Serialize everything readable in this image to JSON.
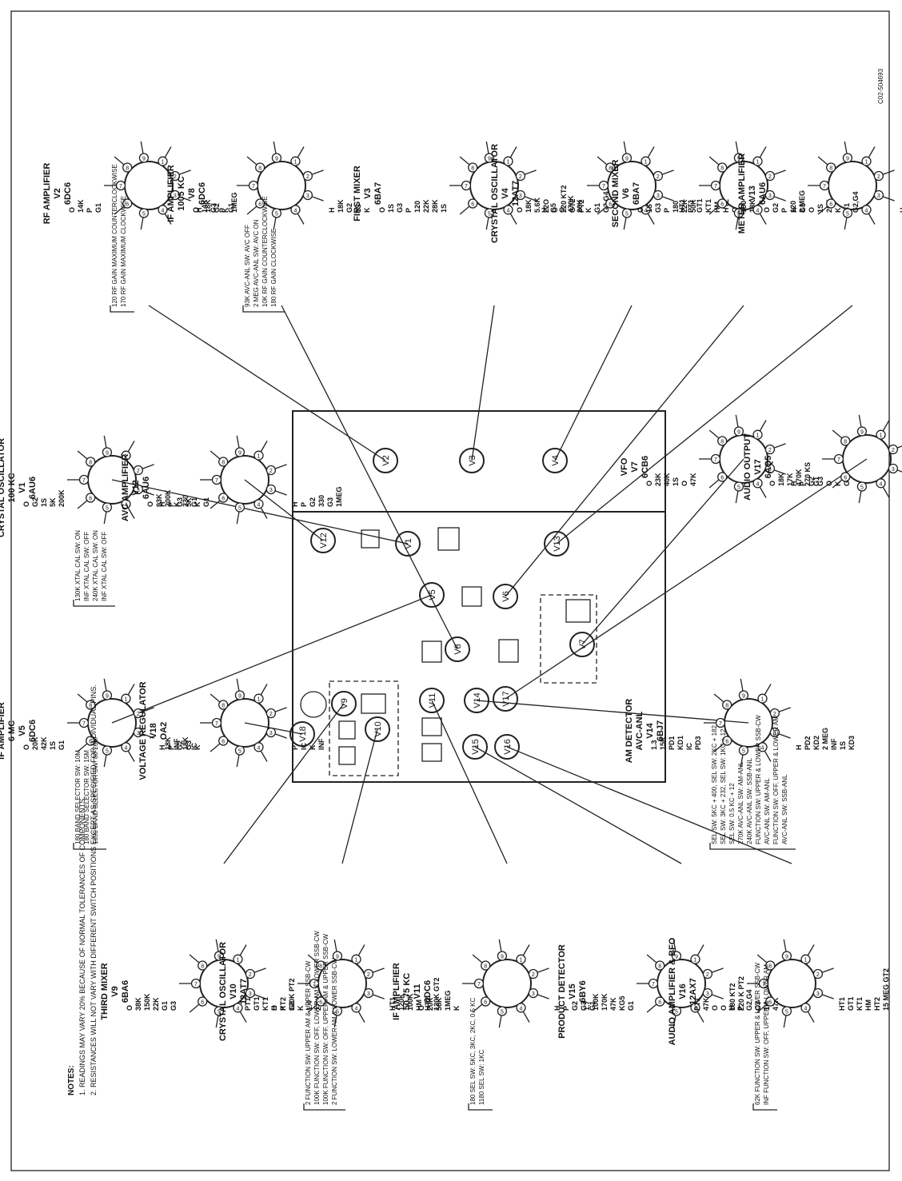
{
  "notes": {
    "heading": "NOTES:",
    "items": [
      "1. READINGS MAY VARY 20% BECAUSE OF NORMAL TOLERANCES OF COMPONENTS.",
      "2. RESISTANCES WILL NOT VARY WITH DIFFERENT SWITCH POSITIONS EXCEPT AS SPECIFIED FOR INDIVIDUAL PINS."
    ]
  },
  "drawing_number": "C02-504693",
  "chassis": {
    "tube_labels": [
      "V1",
      "V2",
      "V3",
      "V4",
      "V5",
      "V6",
      "V7",
      "V8",
      "V9",
      "V10",
      "V11",
      "V12",
      "V13",
      "V14",
      "V15",
      "V16",
      "V17",
      "V18"
    ]
  },
  "stages": [
    {
      "id": "v2",
      "title": "RF AMPLIFIER",
      "ref": "V2",
      "tube": "6DC6",
      "pins": [
        "H",
        "O",
        "18K",
        "14K",
        "G2",
        "P",
        "K",
        "G1",
        "1MEG"
      ],
      "notes": [
        "120 RF GAIN MAXIMUM COUNTERCLOCKWISE",
        "170 RF GAIN MAXIMUM CLOCKWISE"
      ]
    },
    {
      "id": "v8",
      "title": "IF AMPLIFIER",
      "freq": "1005 KC",
      "ref": "V8",
      "tube": "6DC6",
      "pins": [
        "H",
        "O",
        "18K",
        "14K",
        "G2",
        "G3",
        "1S",
        "P",
        "K",
        "G1"
      ],
      "notes": [
        "93K AVC-ANL SW: AVC OFF",
        "2 MEG AVC-ANL SW: AVC ON",
        "10K RF GAIN COUNTERCLOCKWISE",
        "180 RF GAIN CLOCKWISE"
      ]
    },
    {
      "id": "v3",
      "title": "FIRST MIXER",
      "ref": "V3",
      "tube": "6BA7",
      "pins": [
        "H",
        "O",
        "G5",
        "1S",
        "O",
        "G3",
        "470K",
        "P",
        "20K",
        "120",
        "K",
        "22K",
        "G1",
        "28K",
        "G2,G4",
        "1S"
      ]
    },
    {
      "id": "v4",
      "title": "CRYSTAL OSCILLATOR",
      "ref": "V4",
      "tube": "12AT7",
      "pins": [
        "HT1",
        "O",
        "PT1",
        "18K",
        "GT1",
        "5.6K",
        "KT1",
        "22O",
        "HM",
        "O",
        "HT2",
        "220 KT2",
        "O",
        "GT2",
        "180",
        "PT2",
        "18K"
      ]
    },
    {
      "id": "v6",
      "title": "SECOND MIXER",
      "ref": "V6",
      "tube": "6BA7",
      "pins": [
        "H",
        "O",
        "G5",
        "1S",
        "O",
        "G3",
        "1S",
        "P",
        "20K",
        "180",
        "K",
        "22K",
        "G1",
        "50K",
        "G2,G4"
      ]
    },
    {
      "id": "v13",
      "title": "METER AMPLIFIER",
      "ref": "V13",
      "tube": "6AU6",
      "pins": [
        "H",
        "O",
        "18K",
        "G2",
        "39K",
        "P",
        "K",
        "120",
        "G3",
        "2 MEG",
        "G1"
      ]
    },
    {
      "id": "v1",
      "title": "CRYSTAL OSCILLATOR",
      "freq": "100 KC",
      "ref": "V1",
      "tube": "6AU6",
      "pins": [
        "H",
        "O",
        "P",
        "G2",
        "G3",
        "1S",
        "5K",
        "5K",
        "K",
        "200K",
        "G1"
      ],
      "notes": [
        "130K XTAL CAL SW: ON",
        "INF XTAL CAL SW: OFF",
        "240K XTAL CAL SW: ON",
        "INF XTAL CAL SW: OFF"
      ]
    },
    {
      "id": "v12",
      "title": "AVC AMPLIFIER",
      "ref": "V12",
      "tube": "6AU6",
      "pins": [
        "H",
        "O",
        "P",
        "93K",
        "G2",
        "200K",
        "330",
        "K",
        "G3",
        "330",
        "1MEG",
        "G1"
      ]
    },
    {
      "id": "v7",
      "title": "VFO",
      "ref": "V7",
      "tube": "6CB6",
      "pins": [
        "H",
        "O",
        "P",
        "23K",
        "G2",
        "40K",
        "G3",
        "1S",
        "O",
        "O",
        "K",
        "47K",
        "G1"
      ]
    },
    {
      "id": "v17",
      "title": "AUDIO OUTPUT",
      "ref": "V17",
      "tube": "6AQ5",
      "pins": [
        "H",
        "O",
        "P",
        "18K",
        "G2",
        "17K",
        "G1",
        "470K",
        "180",
        "270 KS",
        "470K",
        "G1"
      ]
    },
    {
      "id": "v5",
      "title": "IF AMPLIFIER",
      "freq": "6 MC",
      "ref": "V5",
      "tube": "6DC6",
      "pins": [
        "H",
        "O",
        "P",
        "20K",
        "G2",
        "42K",
        "G3",
        "1S",
        "K",
        "G1"
      ],
      "notes": [
        "180 BAND SELECTOR SW: 10M",
        "180 BAND SELECTOR SW: 15M",
        "1690 BAND SELECTOR SW: 80-20M"
      ]
    },
    {
      "id": "v18",
      "title": "VOLTAGE REGULATOR",
      "ref": "V18",
      "tube": "OA2",
      "pins": [
        "P",
        "18K",
        "IC",
        "INF",
        "K",
        "18K",
        "INF",
        "IC"
      ]
    },
    {
      "id": "v14",
      "title": "AM DETECTOR",
      "sub": "AVC-ANL",
      "ref": "V14",
      "tube": "6BJ7",
      "pins": [
        "H",
        "1.3",
        "PD2",
        "15K",
        "KD2",
        "PD1",
        "2 MEG",
        "KD1",
        "INF",
        "IC",
        "1S",
        "PD3",
        "KD3"
      ],
      "notes": [
        "SEL SW: 5KC + 400, SEL SW: 2KC + 182",
        "SEL SW: 3KC + 232, SEL SW: 1KC + 12",
        "SEL SW: 0.5 KC + 12",
        "270K AVC-ANL SW: AM-ANL",
        "240K AVC-ANL SW: SSB-ANL",
        "FUNCTION SW: UPPER & LOWER SSB-CW",
        "AVC-ANL SW: AM-ANL",
        "FUNCTION SW: OFF, UPPER & LOWER AM",
        "AVC-ANL SW: SSB-ANL"
      ]
    },
    {
      "id": "v9",
      "title": "THIRD MIXER",
      "ref": "V9",
      "tube": "6BA6",
      "pins": [
        "H",
        "O",
        "P",
        "38K",
        "G2",
        "150K",
        "K",
        "22K",
        "1.4",
        "G1",
        "2.2K",
        "G3"
      ]
    },
    {
      "id": "v10",
      "title": "CRYSTAL OSCILLATOR",
      "ref": "V10",
      "tube": "12AT7",
      "pins": [
        "HT1",
        "PT1",
        "120K",
        "GT1",
        "100K",
        "KT1",
        "HM",
        "O",
        "HT2",
        "KT2",
        "120K GT2",
        "120K PT2"
      ],
      "notes": [
        "2 FUNCTION SW: UPPER AM & UPPER SSB-CW",
        "100K FUNCTION SW: OFF, LOWER AM & LOWER SSB-CW",
        "100K FUNCTION SW: OFF, UPPER AM & UPPER SSB-CW",
        "2 FUNCTION SW: LOWER AM & LOWER SSB-CW"
      ]
    },
    {
      "id": "v11",
      "title": "IF AMPLIFIER",
      "freq": "50.75 KC",
      "ref": "V11",
      "tube": "6DC6",
      "pins": [
        "H",
        "O",
        "P",
        "20K",
        "G2",
        "58K",
        "G3",
        "1MEG",
        "G1",
        "K"
      ],
      "notes": [
        "180 SEL SW: 5KC, 3KC, 2KC, 0.5 KC",
        "1180 SEL SW: 1KC"
      ]
    },
    {
      "id": "v15",
      "title": "PRODUCT DETECTOR",
      "ref": "V15",
      "tube": "6BY6",
      "pins": [
        "H",
        "1.7",
        "P",
        "100K",
        "G2,G4",
        "170K",
        "G3",
        "47K",
        "1K",
        "KG5",
        "47K",
        "G1"
      ]
    },
    {
      "id": "v16",
      "title": "AUDIO AMPLIFIER & BFO",
      "ref": "V16",
      "tube": "12AX7",
      "pins": [
        "HT1",
        "PT1",
        "GT1",
        "47K",
        "KT1",
        "O",
        "HM",
        "O",
        "HT2",
        "180 KT2",
        "15 MEG GT2",
        "220 K PT2"
      ],
      "notes": [
        "62K FUNCTION SW: UPPER & LOWER SSB-CW",
        "INF FUNCTION SW: OFF, UPPER & LOWER AM"
      ]
    }
  ]
}
